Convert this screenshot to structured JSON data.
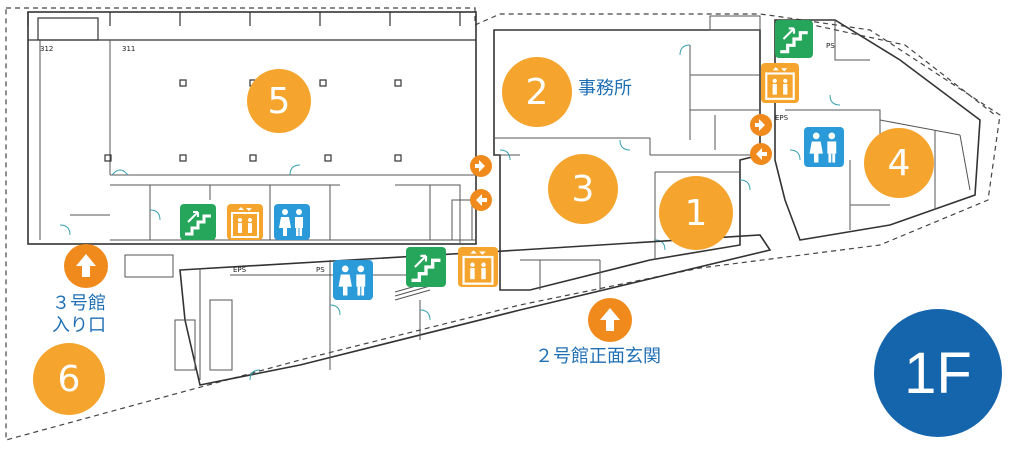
{
  "floor": "1F",
  "rooms": [
    {
      "id": "1",
      "label": "1"
    },
    {
      "id": "2",
      "label": "2",
      "name": "事務所"
    },
    {
      "id": "3",
      "label": "3"
    },
    {
      "id": "4",
      "label": "4"
    },
    {
      "id": "5",
      "label": "5"
    },
    {
      "id": "6",
      "label": "6"
    }
  ],
  "room_codes": [
    "312",
    "311"
  ],
  "entrances": {
    "building3": {
      "line1": "３号館",
      "line2": "入り口"
    },
    "building2_main": "２号館正面玄関"
  },
  "small_tags": {
    "eps": "EPS",
    "ps": "PS"
  },
  "icons": [
    "stairs-icon",
    "elevator-icon",
    "restroom-icon",
    "arrow-up-icon",
    "arrow-right-icon",
    "arrow-left-icon"
  ],
  "colors": {
    "marker": "#f5a52d",
    "arrow": "#f08a1c",
    "stairs": "#26a65b",
    "restroom": "#2a9bd8",
    "floor_badge": "#1565ad",
    "label_text": "#1f6fb5"
  }
}
